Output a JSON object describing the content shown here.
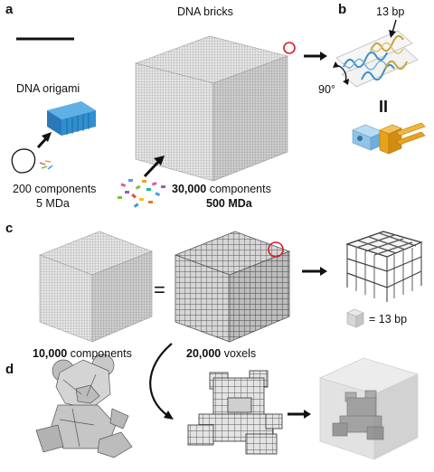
{
  "panels": {
    "a": {
      "letter": "a",
      "dna_bricks_title": "DNA bricks",
      "dna_origami_title": "DNA origami",
      "origami_components": "200 components",
      "origami_mass": "5 MDa",
      "bricks_components_number": "30,000",
      "bricks_components_word": "components",
      "bricks_mass": "500 MDa"
    },
    "b": {
      "letter": "b",
      "bp_label": "13 bp",
      "angle_label": "90°",
      "parallel_symbol": "II"
    },
    "c": {
      "letter": "c",
      "equals_symbol": "=",
      "components_number": "10,000",
      "components_word": "components",
      "voxels_number": "20,000",
      "voxels_word": "voxels",
      "legend_label": "= 13 bp"
    },
    "d": {
      "letter": "d"
    }
  },
  "colors": {
    "origami_blue": "#2f8fd0",
    "helix_blue": "#3a8fc8",
    "helix_gold": "#c9a23a",
    "brick_blue": "#8fc4e8",
    "brick_orange": "#e8a21a",
    "highlight_red": "#d0202a",
    "cube_face": "#d9d9d9"
  }
}
